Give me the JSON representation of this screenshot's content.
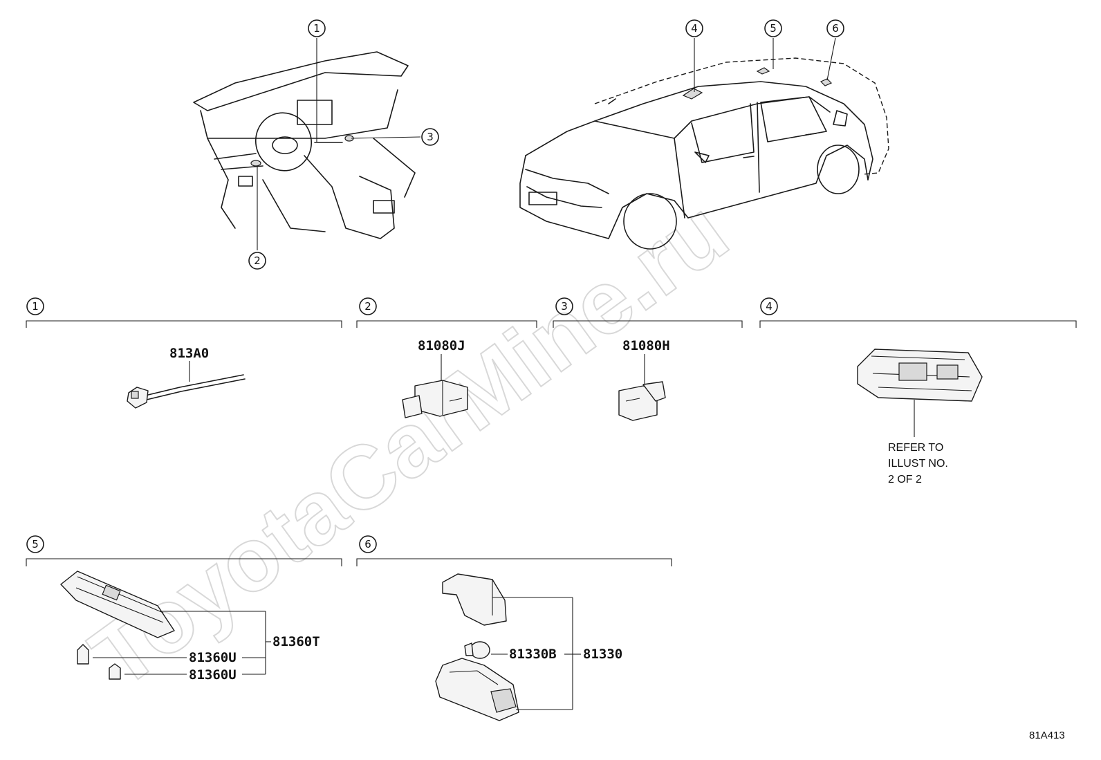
{
  "watermark": "ToyotaCarMine.ru",
  "callouts": [
    "1",
    "2",
    "3",
    "4",
    "5",
    "6"
  ],
  "sections": [
    {
      "num": "1",
      "parts": [
        "813A0"
      ]
    },
    {
      "num": "2",
      "parts": [
        "81080J"
      ]
    },
    {
      "num": "3",
      "parts": [
        "81080H"
      ]
    },
    {
      "num": "4",
      "note": [
        "REFER TO",
        "ILLUST NO.",
        "2 OF 2"
      ]
    },
    {
      "num": "5",
      "parts": [
        "81360U",
        "81360U",
        "81360T"
      ]
    },
    {
      "num": "6",
      "parts": [
        "81330B",
        "81330"
      ]
    }
  ],
  "figure_id": "81A413"
}
